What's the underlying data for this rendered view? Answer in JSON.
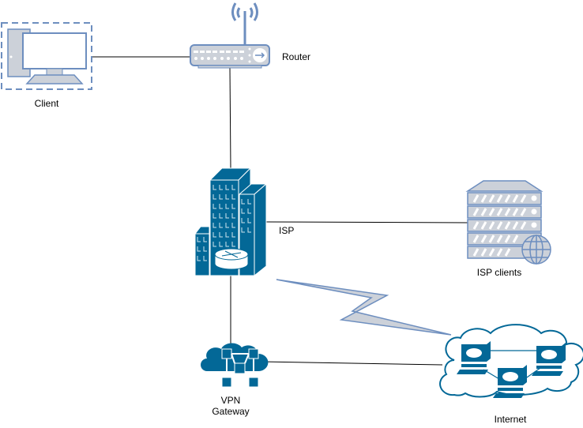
{
  "nodes": {
    "client": {
      "label": "Client",
      "icon": "desktop-computer-icon"
    },
    "router": {
      "label": "Router",
      "icon": "wireless-router-icon"
    },
    "isp": {
      "label": "ISP",
      "icon": "office-building-router-icon"
    },
    "isp_clients": {
      "label": "ISP clients",
      "icon": "web-server-icon"
    },
    "vpn": {
      "label_line1": "VPN",
      "label_line2": "Gateway",
      "icon": "vpn-gateway-cloud-icon"
    },
    "internet": {
      "label": "Internet",
      "icon": "internet-cloud-icon"
    }
  },
  "colors": {
    "icon_blue": "#036897",
    "light_gray": "#ccd1d9",
    "outline_blue": "#6d8ebf"
  }
}
